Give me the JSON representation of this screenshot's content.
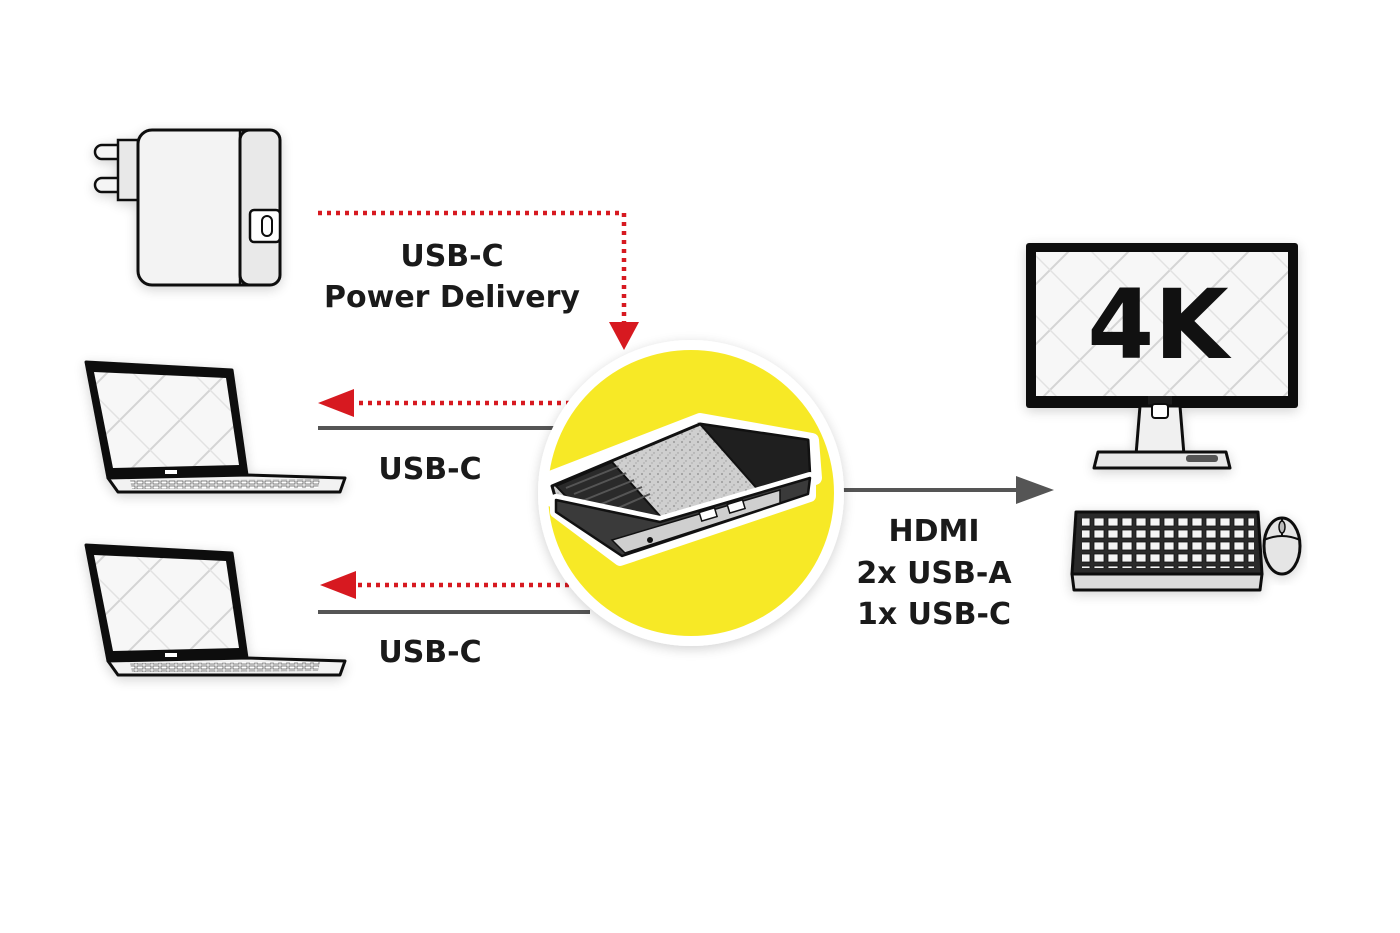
{
  "labels": {
    "power": {
      "line1": "USB-C",
      "line2": "Power Delivery"
    },
    "laptop1": "USB-C",
    "laptop2": "USB-C",
    "outputs": {
      "line1": "HDMI",
      "line2": "2x USB-A",
      "line3": "1x USB-C"
    }
  },
  "monitor": {
    "resolution": "4K"
  },
  "colors": {
    "power_arrow": "#d71920",
    "cable": "#555555",
    "hub_highlight": "#f7e928",
    "text": "#1a1a1a"
  },
  "icons": [
    "power-adapter-icon",
    "laptop-icon",
    "dock-hub-icon",
    "monitor-icon",
    "keyboard-icon",
    "mouse-icon"
  ]
}
